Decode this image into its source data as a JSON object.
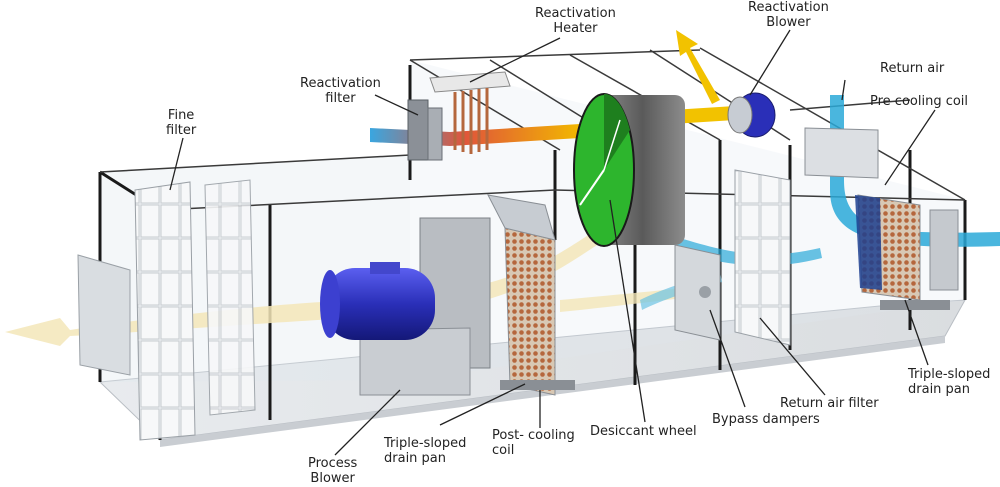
{
  "labels": {
    "reactivation_heater": [
      "Reactivation",
      "Heater"
    ],
    "reactivation_blower": [
      "Reactivation",
      "Blower"
    ],
    "reactivation_filter": [
      "Reactivation",
      "filter"
    ],
    "return_air": "Return air",
    "pre_cooling_coil": "Pre cooling coil",
    "fine_filter": [
      "Fine",
      "filter"
    ],
    "triple_drain_right": [
      "Triple-sloped",
      "drain pan"
    ],
    "return_air_filter": "Return air filter",
    "bypass_dampers": "Bypass dampers",
    "desiccant_wheel": "Desiccant wheel",
    "post_cooling_coil": [
      "Post- cooling",
      "coil"
    ],
    "triple_drain_left": [
      "Triple-sloped",
      "drain pan"
    ],
    "process_blower": [
      "Process",
      "Blower"
    ]
  },
  "colors": {
    "frame": "#1a1a1a",
    "glass": "#dfe9ef",
    "floor": "#e6e8ea",
    "wheel_green": "#2db52d",
    "wheel_housing": "#6e6e6e",
    "motor_blue": "#2a2fb8",
    "process_air": "#f3e6b8",
    "return_air": "#2aa9d8",
    "reactivation_hot": "#f2c200",
    "reactivation_warm": "#e0553a",
    "coil_copper": "#b5673d",
    "coil_blue": "#1d3f8f"
  }
}
